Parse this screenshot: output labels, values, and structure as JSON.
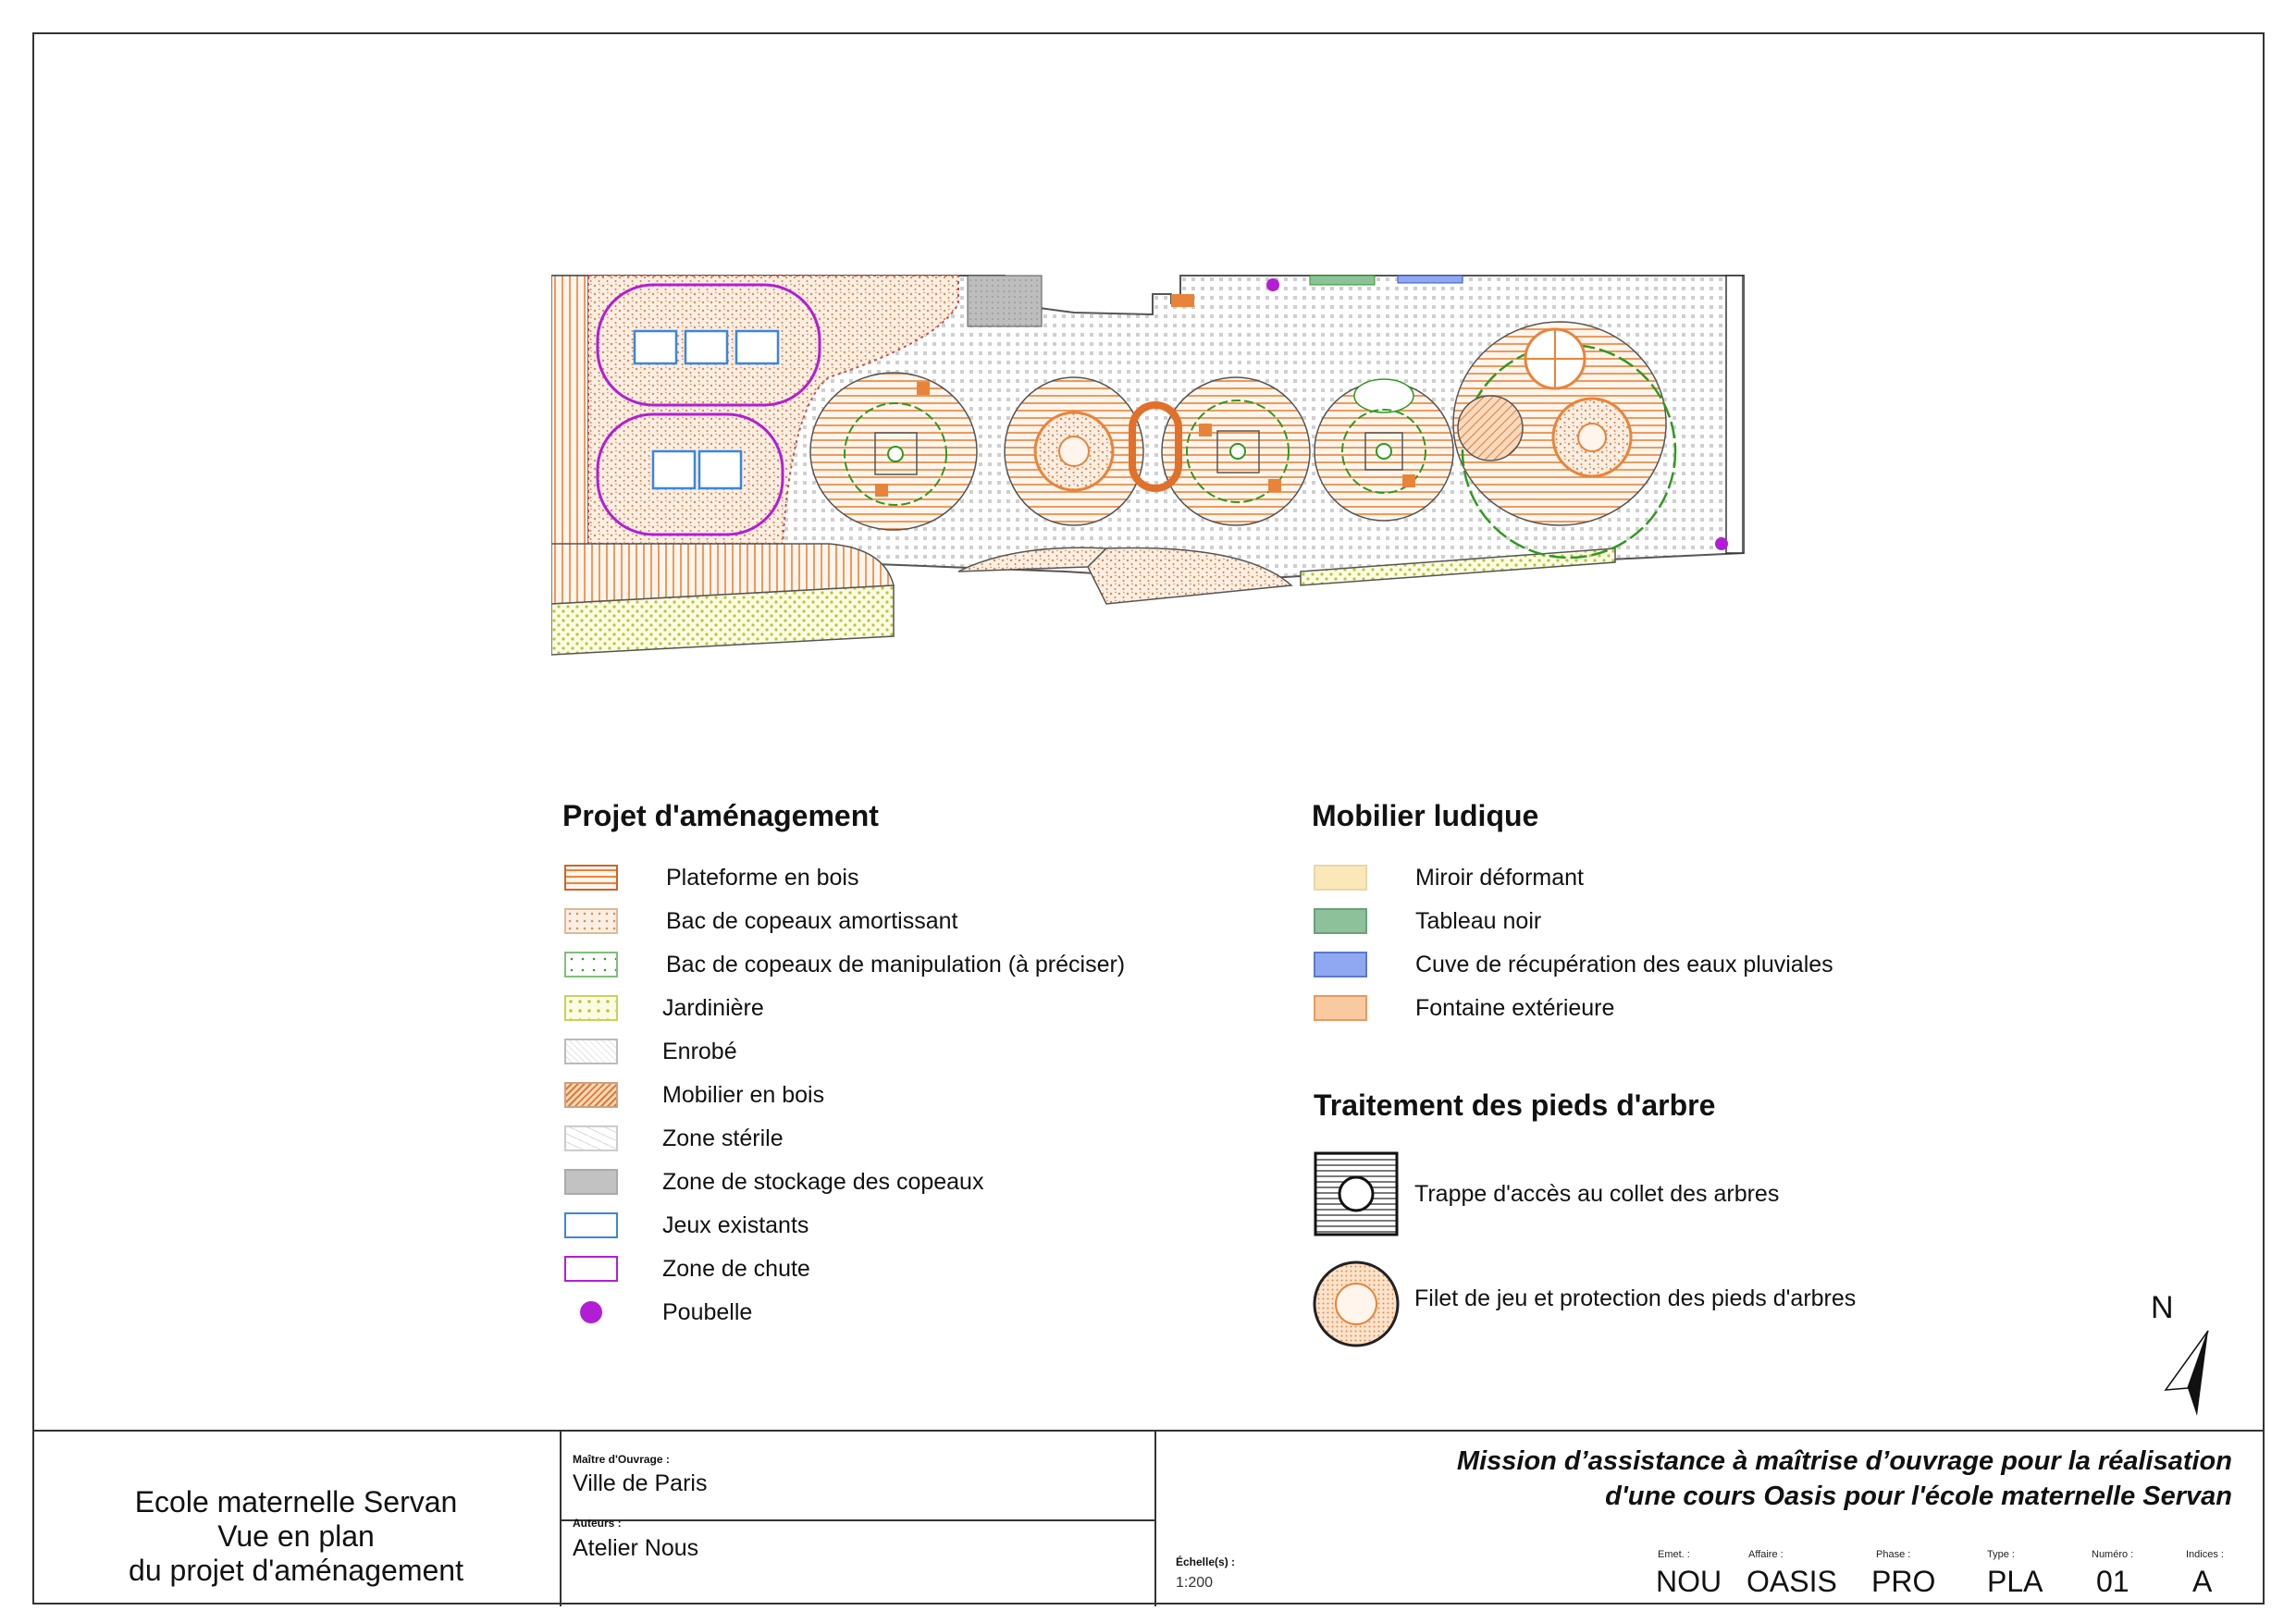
{
  "legend_projet": {
    "title": "Projet d'aménagement",
    "items": [
      {
        "label": "Plateforme en bois",
        "swatch": "planks"
      },
      {
        "label": "Bac de copeaux amortissant",
        "swatch": "chips"
      },
      {
        "label": "Bac de copeaux de manipulation (à préciser)",
        "swatch": "chips-green"
      },
      {
        "label": "Jardinière",
        "swatch": "planter"
      },
      {
        "label": "Enrobé",
        "swatch": "asphalt"
      },
      {
        "label": "Mobilier en bois",
        "swatch": "diag-orange"
      },
      {
        "label": "Zone stérile",
        "swatch": "sterile"
      },
      {
        "label": "Zone de stockage des copeaux",
        "swatch": "grey"
      },
      {
        "label": "Jeux existants",
        "swatch": "blue-outline"
      },
      {
        "label": "Zone de chute",
        "swatch": "purple-outline"
      },
      {
        "label": "Poubelle",
        "swatch": "purple-dot"
      }
    ]
  },
  "legend_mobilier": {
    "title": "Mobilier ludique",
    "items": [
      {
        "label": "Miroir déformant",
        "color": "#fbe8b8"
      },
      {
        "label": "Tableau noir",
        "color": "#8cc19a"
      },
      {
        "label": "Cuve de récupération des eaux pluviales",
        "color": "#8fa8f0"
      },
      {
        "label": "Fontaine extérieure",
        "color": "#f9c9a0"
      }
    ]
  },
  "legend_pieds": {
    "title": "Traitement des pieds d'arbre",
    "items": [
      {
        "label": "Trappe d'accès au collet des arbres"
      },
      {
        "label": "Filet de jeu et protection des pieds d'arbres"
      }
    ]
  },
  "north_label": "N",
  "title_block": {
    "project_lines": [
      "Ecole maternelle Servan",
      "Vue en plan",
      "du projet d'aménagement"
    ],
    "maitre_label": "Maître d'Ouvrage :",
    "maitre_value": "Ville de Paris",
    "auteurs_label": "Auteurs :",
    "auteurs_value": "Atelier Nous",
    "echelle_label": "Échelle(s) :",
    "echelle_value": "1:200",
    "mission_line1": "Mission d’assistance à maîtrise d’ouvrage pour la réalisation",
    "mission_line2": "d'une cours Oasis pour l'école maternelle Servan",
    "codes": [
      {
        "label": "Emet. :",
        "value": "NOU"
      },
      {
        "label": "Affaire :",
        "value": "OASIS"
      },
      {
        "label": "Phase :",
        "value": "PRO"
      },
      {
        "label": "Type :",
        "value": "PLA"
      },
      {
        "label": "Numéro :",
        "value": "01"
      },
      {
        "label": "Indices :",
        "value": "A"
      }
    ]
  },
  "colors": {
    "wood": "#e8843a",
    "chips": "#f2b98c",
    "tree": "#2e9a1f",
    "fall_zone": "#b21ed6",
    "play": "#3a86e0",
    "asphalt": "#c9c9c9",
    "planter": "#c7d35a"
  }
}
